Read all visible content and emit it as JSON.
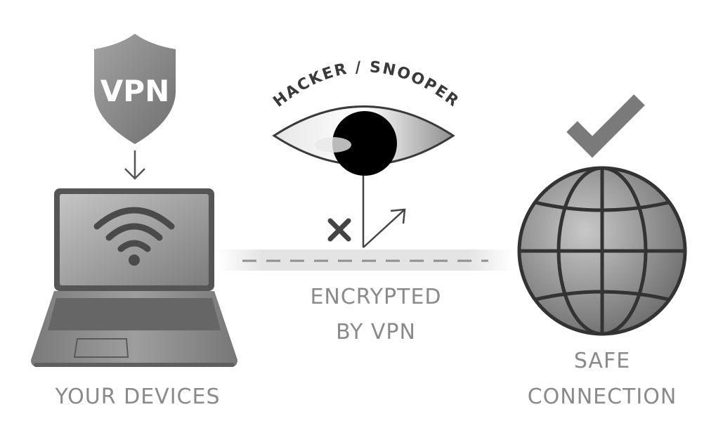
{
  "shield": {
    "text": "VPN"
  },
  "eye": {
    "label": "HACKER / SNOOPER"
  },
  "tunnel": {
    "line1": "ENCRYPTED",
    "line2": "BY VPN"
  },
  "devices": {
    "label": "YOUR DEVICES"
  },
  "safe": {
    "line1": "SAFE",
    "line2": "CONNECTION"
  },
  "colors": {
    "label": "#8a8a8a",
    "dark": "#3a3a3a",
    "shield": "#8c8c8c",
    "globe": "#9a9a9a",
    "check": "#7a7a7a"
  }
}
